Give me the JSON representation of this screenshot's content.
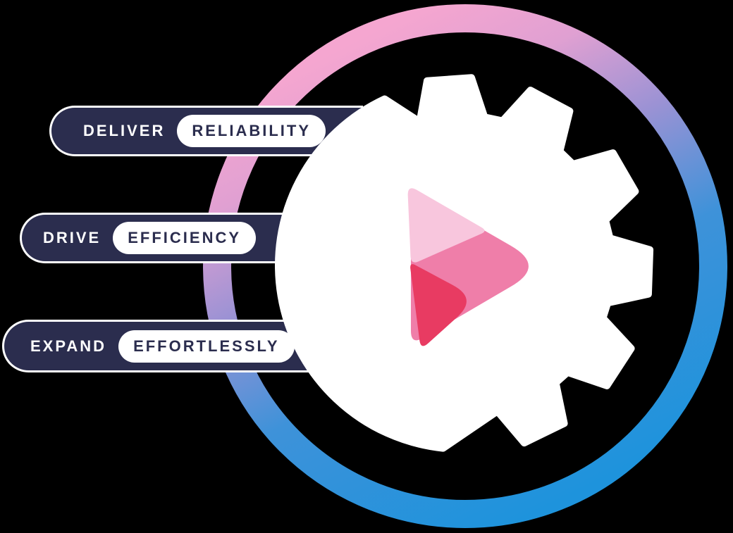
{
  "scene": {
    "background": "#000000",
    "description": "Marketing graphic: gradient ring with white gear and play logo, three capability badges"
  },
  "ring": {
    "gradient_stops": [
      "#F5A6D0",
      "#E0A0D2",
      "#9B92D4",
      "#3E92D9",
      "#1E93DC"
    ]
  },
  "gear": {
    "fill": "#FFFFFF"
  },
  "logo": {
    "light": "#F8C6DD",
    "medium": "#EF7EA9",
    "dark": "#E83B62"
  },
  "badges": [
    {
      "action": "DELIVER",
      "quality": "RELIABILITY"
    },
    {
      "action": "DRIVE",
      "quality": "EFFICIENCY"
    },
    {
      "action": "EXPAND",
      "quality": "EFFORTLESSLY"
    }
  ],
  "badge_colors": {
    "navy": "#2B2D4E",
    "border": "#FFFFFF",
    "text_on_navy": "#FFFFFF",
    "text_on_white": "#2B2D4E"
  }
}
